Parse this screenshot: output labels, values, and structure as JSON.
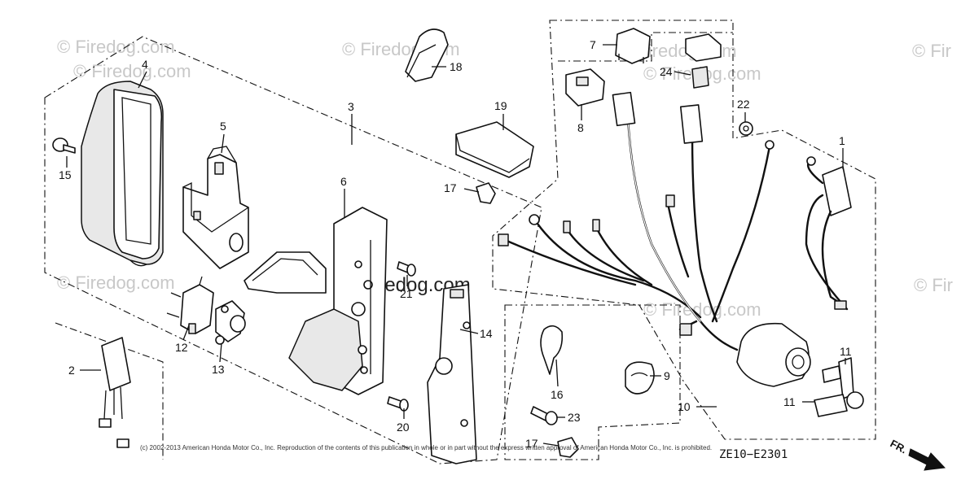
{
  "watermarks": {
    "site": "© Firedog.com",
    "center": "© Firedog.com",
    "edge": "© Fir"
  },
  "copyright": "(c) 2002-2013 American Honda Motor Co., Inc. Reproduction of the contents of this publication in whole or in part without the express written approval of American Honda Motor Co., Inc. is prohibited.",
  "diagram_code": "ZE10−E2301",
  "direction_label": "FR.",
  "callouts": {
    "c1": "1",
    "c2": "2",
    "c3": "3",
    "c4": "4",
    "c5": "5",
    "c6": "6",
    "c7": "7",
    "c8": "8",
    "c9": "9",
    "c10": "10",
    "c11a": "11",
    "c11b": "11",
    "c12": "12",
    "c13": "13",
    "c14": "14",
    "c15": "15",
    "c16": "16",
    "c17a": "17",
    "c17b": "17",
    "c18": "18",
    "c19": "19",
    "c20": "20",
    "c21": "21",
    "c22": "22",
    "c23": "23",
    "c24": "24"
  }
}
